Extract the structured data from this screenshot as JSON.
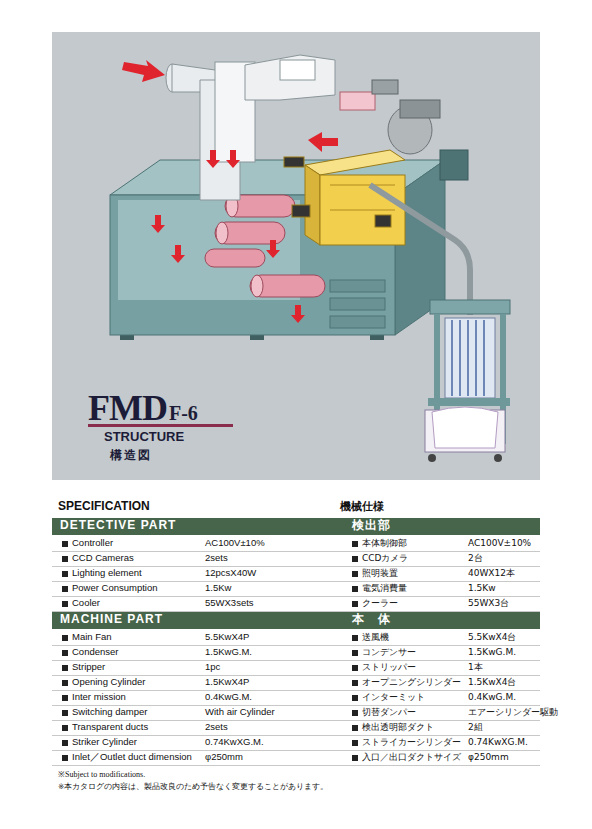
{
  "diagram": {
    "title": "FMD",
    "nodes": [
      {
        "text": [
          "DETECTIVE PART",
          "検出部"
        ]
      },
      {
        "text": [
          "MACHINE PART",
          "本　体"
        ]
      }
    ],
    "labels": [
      "F-6",
      "STRUCTURE",
      "構造図",
      "SPECIFICATION",
      "機械仕様",
      "Controller",
      "AC100V±10%",
      "本体制御部",
      "AC100V±10%",
      "CCD Cameras",
      "2sets",
      "CCDカメラ",
      "2台",
      "Lighting element",
      "12pcsX40W",
      "照明装置",
      "40WX12本",
      "Power Consumption",
      "1.5Kw",
      "電気消費量",
      "1.5Kw",
      "Cooler",
      "55WX3sets",
      "クーラー",
      "55WX3台",
      "Main Fan",
      "5.5KwX4P",
      "送風機",
      "5.5KwX4台",
      "Condenser",
      "1.5KwG.M.",
      "コンデンサー",
      "1.5KwG.M.",
      "Stripper",
      "1pc",
      "ストリッパー",
      "1本",
      "Opening Cylinder",
      "1.5KwX4P",
      "オープニングシリンダー",
      "1.5KwX4台",
      "Inter mission",
      "0.4KwG.M.",
      "インターミット",
      "0.4KwG.M.",
      "Switching damper",
      "With air Cylinder",
      "切替ダンパー",
      "エアーシリンダー駆動",
      "Transparent ducts",
      "2sets",
      "検出透明部ダクト",
      "2組",
      "Striker Cylinder",
      "0.74KwXG.M.",
      "ストライカーシリンダー",
      "0.74KwXG.M.",
      "Inlet／Outlet duct dimension",
      "φ250mm",
      "入口／出口ダクトサイズ",
      "φ250mm",
      "※Subject to modifications.",
      "※本カタログの内容は、製品改良のため予告なく変更することがあります。"
    ]
  }
}
